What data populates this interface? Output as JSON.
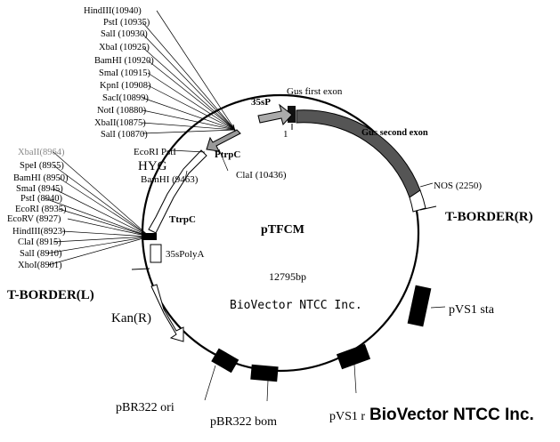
{
  "plasmid": {
    "name": "pTFCM",
    "size": "12795bp",
    "company_center": "BioVector NTCC Inc.",
    "company_corner": "BioVector NTCC Inc."
  },
  "sites_top": [
    "HindIII(10940)",
    "PstI (10935)",
    "SalI (10930)",
    "XbaI (10925)",
    "BamHI (10920)",
    "SmaI (10915)",
    "KpnI (10908)",
    "SacI(10899)",
    "NotI (10880)",
    "XbaII(10875)",
    "SalI (10870)"
  ],
  "sites_left": [
    "XbaII(8964)",
    "SpeI (8955)",
    "BamHI (8950)",
    "SmaI (8945)",
    "PstI (8940)",
    "EcoRI (8935)",
    "EcoRV (8927)",
    "HindIII(8923)",
    "ClaI (8915)",
    "SalI (8910)",
    "XhoI(8901)"
  ],
  "features": {
    "p35s": "35sP",
    "gus_first": "Gus first exon",
    "gus_second": "Gus second exon",
    "one": "1",
    "ptrpc": "PtrpC",
    "clai": "ClaI (10436)",
    "ecori_psti": "EcoRI PstI",
    "hyg": "HYG",
    "bamhi": "BamHI (9463)",
    "ttrpc": "TtrpC",
    "nos": "NOS (2250)",
    "tborder_r": "T-BORDER(R)",
    "tborder_l": "T-BORDER(L)",
    "polya": "35sPolyA",
    "kan": "Kan(R)",
    "pvs1_sta": "pVS1 sta",
    "pvs1_rep": "pVS1 rep",
    "pbr_ori": "pBR322 ori",
    "pbr_bom": "pBR322 bom"
  }
}
